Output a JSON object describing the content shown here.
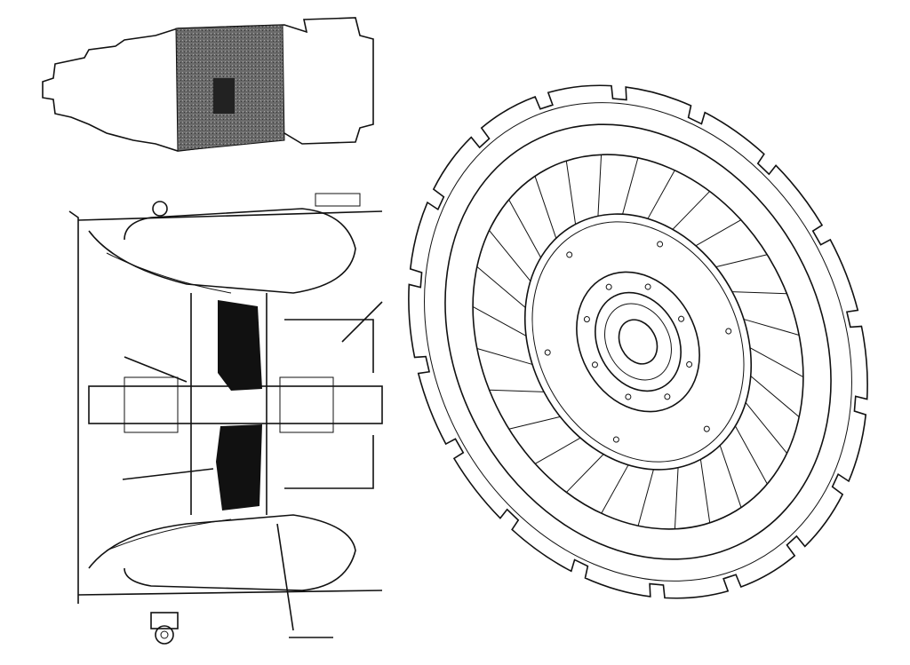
{
  "figure": {
    "panels": [
      {
        "id": "engine-outline",
        "label": ""
      },
      {
        "id": "turbine-cross-section",
        "label": ""
      },
      {
        "id": "turbine-wheel",
        "label": ""
      }
    ],
    "colors": {
      "line": "#111111",
      "shaded_section": "#555555",
      "blade_fill": "#111111",
      "background": "#ffffff"
    },
    "turbine_wheel": {
      "blade_count": 28,
      "rim_slot_count": 18,
      "bolt_hole_count": 8
    }
  }
}
